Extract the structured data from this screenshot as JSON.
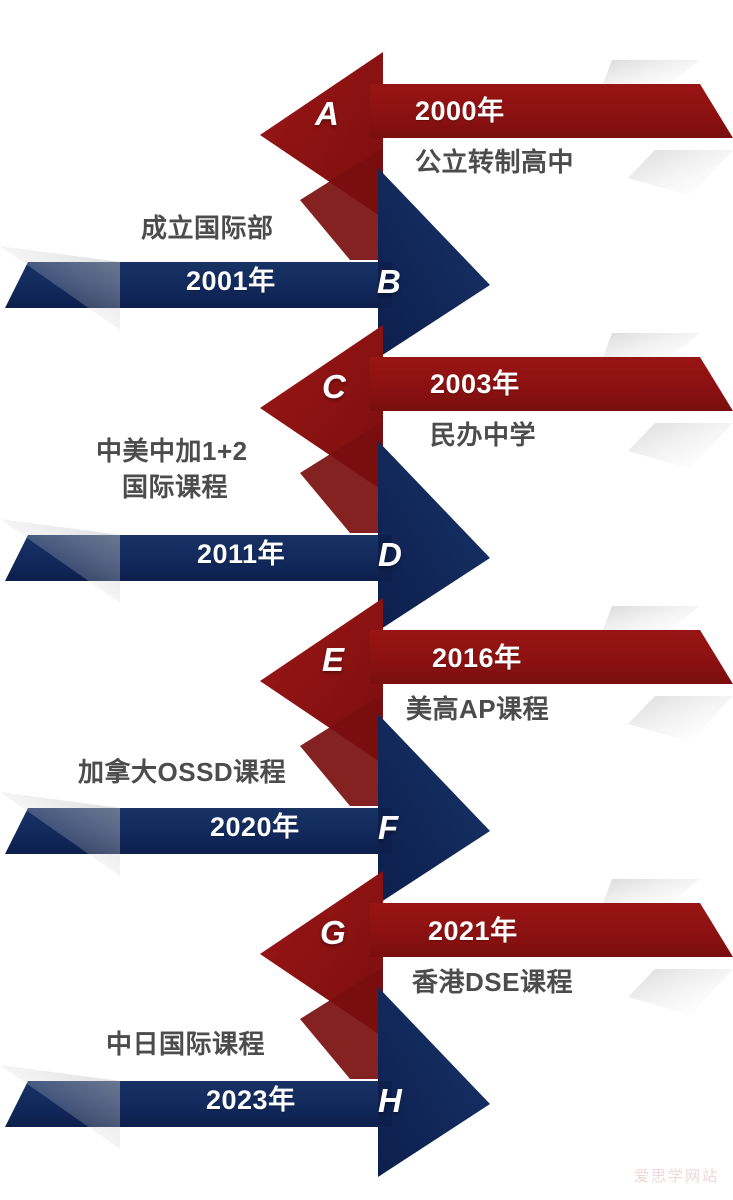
{
  "figure": {
    "type": "timeline",
    "orientation": "vertical-zigzag",
    "watermark": "爱思学网站",
    "colors": {
      "red": "#8E1212",
      "red_dark": "#7A0F0F",
      "blue": "#12295C",
      "blue_dark": "#0E2150",
      "background": "#FFFFFF",
      "year_text": "#FFFFFF",
      "desc_text": "#4C4C4C",
      "watermark_text": "#F0D6D6"
    }
  },
  "steps": [
    {
      "letter": "A",
      "year": "2000年",
      "desc": "公立转制高中",
      "desc_lines": [
        "公立转制高中"
      ],
      "color": "red",
      "direction": "left"
    },
    {
      "letter": "B",
      "year": "2001年",
      "desc": "成立国际部",
      "desc_lines": [
        "成立国际部"
      ],
      "color": "blue",
      "direction": "right"
    },
    {
      "letter": "C",
      "year": "2003年",
      "desc": "民办中学",
      "desc_lines": [
        "民办中学"
      ],
      "color": "red",
      "direction": "left"
    },
    {
      "letter": "D",
      "year": "2011年",
      "desc": "中美中加1+2国际课程",
      "desc_lines": [
        "中美中加1+2",
        "国际课程"
      ],
      "color": "blue",
      "direction": "right"
    },
    {
      "letter": "E",
      "year": "2016年",
      "desc": "美高AP课程",
      "desc_lines": [
        "美高AP课程"
      ],
      "color": "red",
      "direction": "left"
    },
    {
      "letter": "F",
      "year": "2020年",
      "desc": "加拿大OSSD课程",
      "desc_lines": [
        "加拿大OSSD课程"
      ],
      "color": "blue",
      "direction": "right"
    },
    {
      "letter": "G",
      "year": "2021年",
      "desc": "香港DSE课程",
      "desc_lines": [
        "香港DSE课程"
      ],
      "color": "red",
      "direction": "left"
    },
    {
      "letter": "H",
      "year": "2023年",
      "desc": "中日国际课程",
      "desc_lines": [
        "中日国际课程"
      ],
      "color": "blue",
      "direction": "right"
    }
  ]
}
